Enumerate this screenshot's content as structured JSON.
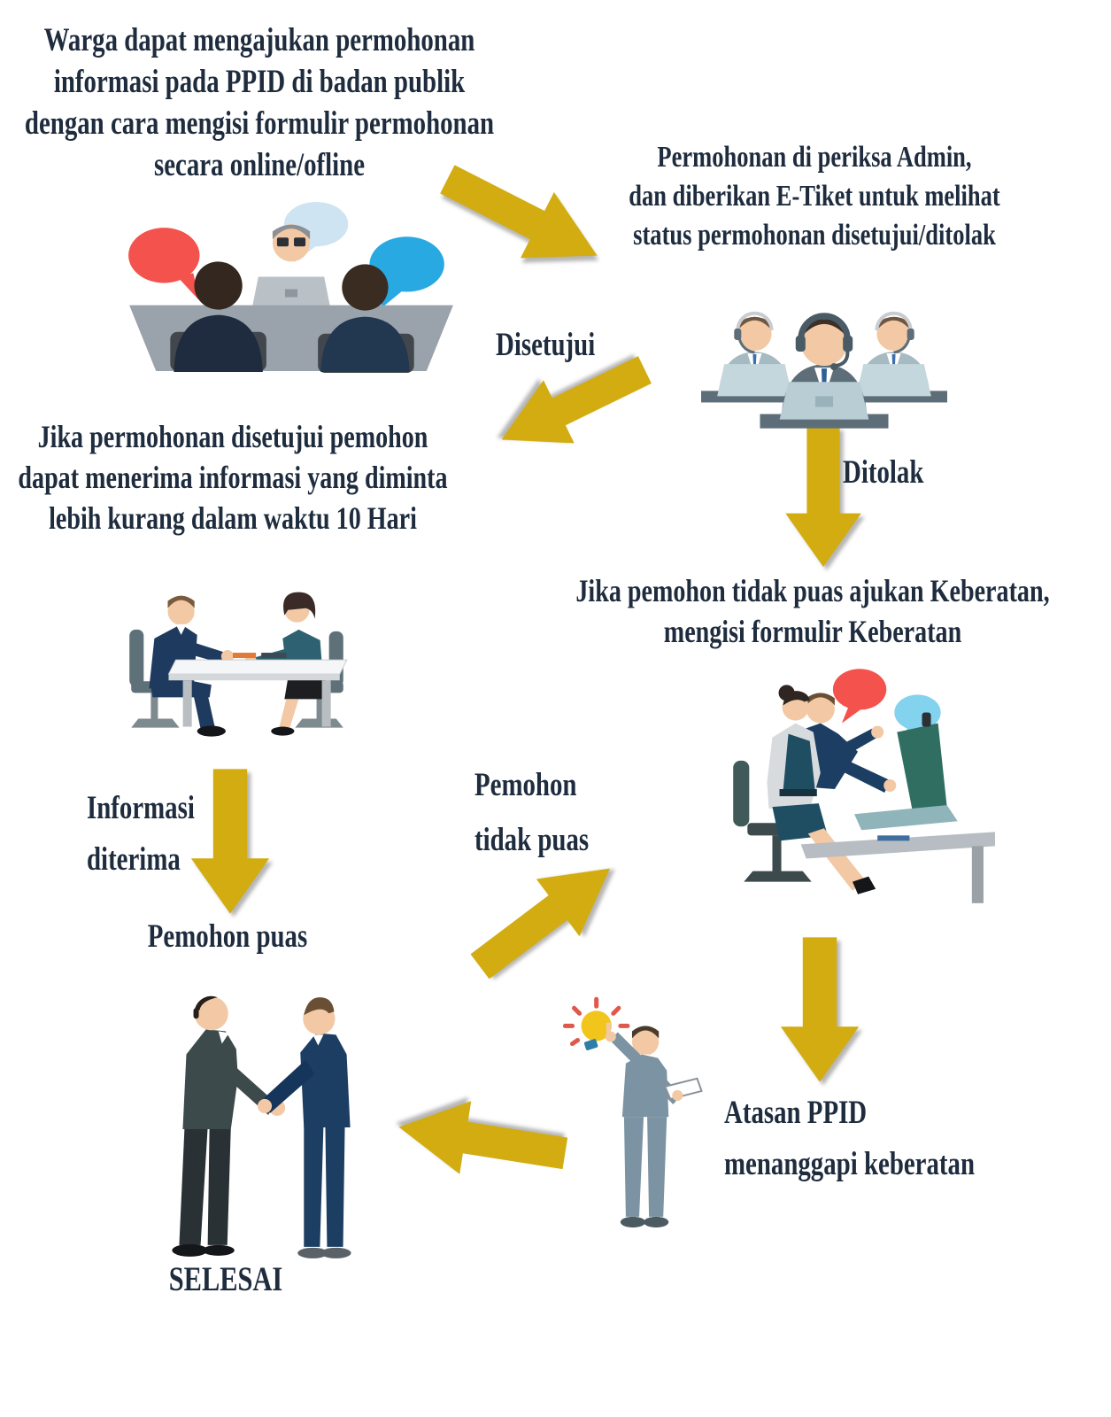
{
  "diagram_title": "Alur Permohonan Informasi PPID",
  "colors": {
    "text": "#1e2c3e",
    "arrow": "#d2ac10",
    "bubble_red": "#f4524d",
    "bubble_blue": "#29a9e1",
    "bubble_pale": "#cfe4f2",
    "suit_navy": "#1d3e63",
    "suit_gray": "#7b93a2"
  },
  "nodes": {
    "step1": {
      "lines": [
        "Warga dapat mengajukan permohonan",
        "informasi pada PPID di badan publik",
        "dengan cara mengisi formulir permohonan",
        "secara online/ofline"
      ]
    },
    "step2": {
      "lines": [
        "Permohonan di periksa Admin,",
        "dan diberikan E-Tiket untuk melihat",
        "status permohonan disetujui/ditolak"
      ]
    },
    "step3": {
      "lines": [
        "Jika permohonan disetujui pemohon",
        "dapat menerima informasi yang diminta",
        "lebih kurang dalam waktu 10 Hari"
      ]
    },
    "step4": {
      "lines": [
        "Jika pemohon tidak puas ajukan Keberatan,",
        "mengisi formulir Keberatan"
      ]
    },
    "step5": {
      "lines": [
        "Atasan PPID",
        "menanggapi keberatan"
      ]
    },
    "end_label": "SELESAI"
  },
  "labels": {
    "disetujui": "Disetujui",
    "ditolak": "Ditolak",
    "informasi": {
      "lines": [
        "Informasi",
        "diterima"
      ]
    },
    "pemohon_puas": "Pemohon puas",
    "pemohon_tidak_puas": {
      "lines": [
        "Pemohon",
        "tidak puas"
      ]
    }
  },
  "illustrations": {
    "consultation": "citizens-consulting-admin-desk",
    "call_center": "admin-call-center-three-agents",
    "meeting": "officer-and-applicant-at-table",
    "objection": "applicants-filing-objection-at-laptop",
    "handshake": "two-men-shaking-hands",
    "idea_man": "supervisor-with-idea-bulb-and-tablet"
  }
}
